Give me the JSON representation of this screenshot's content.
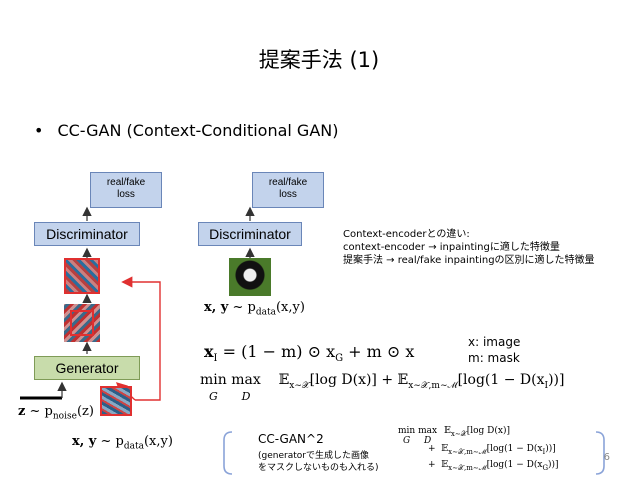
{
  "title": "提案手法 (1)",
  "bullet": {
    "marker": "•",
    "text": "CC-GAN (Context-Conditional GAN)"
  },
  "diagram_left": {
    "loss_box": [
      "real/fake",
      "loss"
    ],
    "discriminator": "Discriminator",
    "generator": "Generator",
    "z_label": "z",
    "z_dist": "~ p",
    "z_sub": "noise",
    "z_arg": "(z)",
    "xy_label": "x, y",
    "xy_dist": "~ p",
    "xy_sub": "data",
    "xy_arg": "(x,y)"
  },
  "diagram_right": {
    "loss_box": [
      "real/fake",
      "loss"
    ],
    "discriminator": "Discriminator",
    "xy_label": "x, y",
    "xy_dist": "~ p",
    "xy_sub": "data",
    "xy_arg": "(x,y)"
  },
  "notes": {
    "line1": "Context-encoderとの違い:",
    "line2": "context-encoder → inpaintingに適した特徴量",
    "line3": "提案手法 → real/fake inpaintingの区別に適した特徴量"
  },
  "legend": {
    "line1": "x: image",
    "line2": "m: mask"
  },
  "equations": {
    "xi": "x",
    "xi_sub": "I",
    "eq1_rest": " = (1 − m) ⊙ x",
    "xg_sub": "G",
    "eq1_tail": " + m ⊙ x",
    "min": "min",
    "min_sub": "G",
    "max": "max",
    "max_sub": "D",
    "eq2_e1": "𝔼",
    "eq2_e1_sub": "x∼𝒳",
    "eq2_t1": "[log D(x)] + ",
    "eq2_e2": "𝔼",
    "eq2_e2_sub": "x∼𝒳,m∼ℳ",
    "eq2_t2": "[log(1 − D(x",
    "eq2_t2_sub": "I",
    "eq2_t2_end": "))]"
  },
  "ccgan2": {
    "title": "CC-GAN^2",
    "line1": "(generatorで生成した画像",
    "line2": "をマスクしないものも入れる)"
  },
  "eq3": {
    "min": "min",
    "min_sub": "G",
    "max": "max",
    "max_sub": "D",
    "r1": "𝔼",
    "r1_sub": "x∼𝒳",
    "r1_t": "[log D(x)]",
    "r2_op": "+",
    "r2": "𝔼",
    "r2_sub": "x∼𝒳,m∼ℳ",
    "r2_t": "[log(1 − D(x",
    "r2_ts": "I",
    "r2_te": "))]",
    "r3_op": "+",
    "r3": "𝔼",
    "r3_sub": "x∼𝒳,m∼ℳ",
    "r3_t": "[log(1 − D(x",
    "r3_ts": "G",
    "r3_te": "))]"
  },
  "page_number": "6",
  "colors": {
    "box_blue": "#c3d3ec",
    "box_green": "#c8dcab",
    "arrow_red": "#e03030",
    "brace_blue": "#8aa3d8"
  }
}
